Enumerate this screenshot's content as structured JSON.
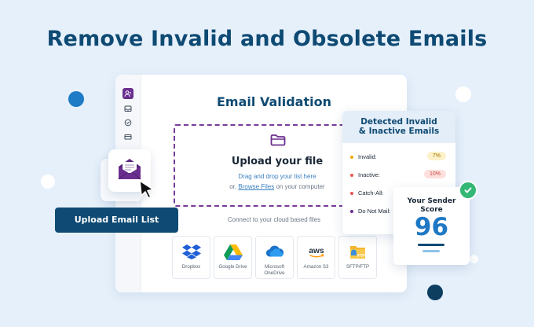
{
  "headline": "Remove Invalid and Obsolete Emails",
  "app": {
    "title": "Email Validation",
    "rail_icons": [
      "contacts-icon",
      "inbox-icon",
      "check-circle-icon",
      "card-icon"
    ],
    "dropzone": {
      "title": "Upload your file",
      "hint": "Drag and drop your list here",
      "or_prefix": "or,",
      "browse_link": "Browse Files",
      "or_suffix": "on your computer"
    },
    "connect_label": "Connect to your cloud based files",
    "providers": [
      {
        "name": "Dropbox",
        "icon": "dropbox-icon"
      },
      {
        "name": "Google Drive",
        "icon": "google-drive-icon"
      },
      {
        "name": "Microsoft OneDrive",
        "icon": "onedrive-icon"
      },
      {
        "name": "Amazon S3",
        "icon": "aws-icon"
      },
      {
        "name": "SFTP/FTP",
        "icon": "sftp-icon"
      }
    ]
  },
  "upload_button": "Upload Email List",
  "detected": {
    "title_line1": "Detected Invalid",
    "title_line2": "& Inactive Emails",
    "rows": [
      {
        "label": "Invalid:",
        "value": "7%",
        "color": "#f2a900"
      },
      {
        "label": "Inactive:",
        "value": "10%",
        "color": "#e8554e"
      },
      {
        "label": "Catch-All:",
        "value": "",
        "color": "#e8554e"
      },
      {
        "label": "Do Not Mail:",
        "value": "",
        "color": "#6a2f8e"
      }
    ]
  },
  "score": {
    "label_line1": "Your Sender",
    "label_line2": "Score",
    "value": "96"
  },
  "colors": {
    "brand_navy": "#0e4a73",
    "brand_purple": "#6a2f8e",
    "accent_blue": "#1e78c4",
    "success_green": "#33b774"
  }
}
